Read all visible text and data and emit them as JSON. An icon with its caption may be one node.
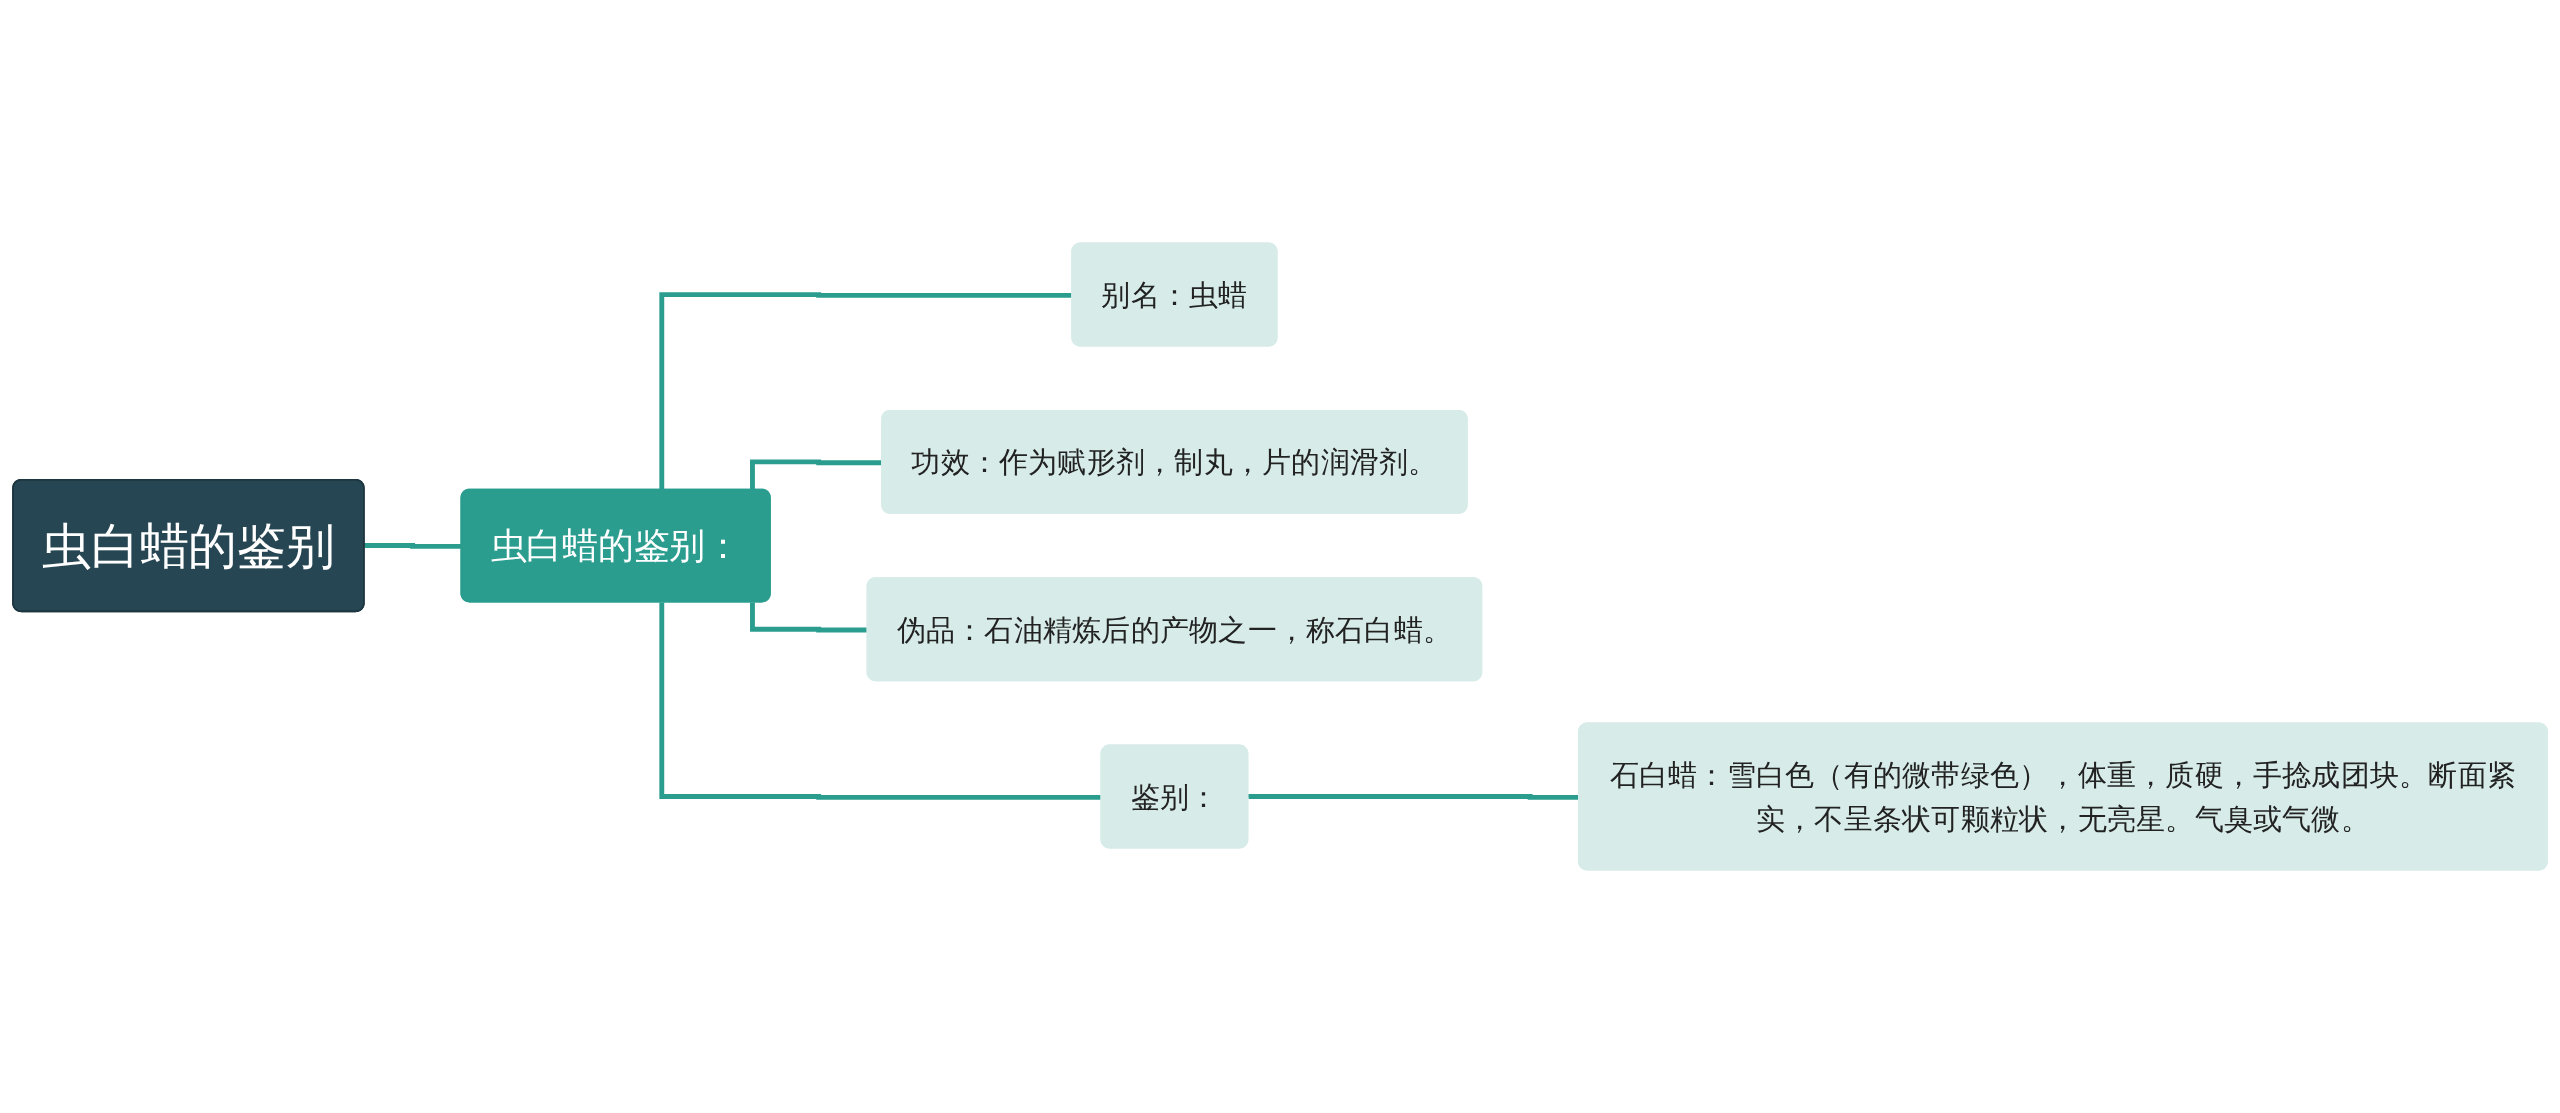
{
  "diagram": {
    "nodes": [
      {
        "text": [
          "虫白蜡的鉴别"
        ]
      },
      {
        "text": [
          "虫白蜡的鉴别："
        ]
      },
      {
        "text": [
          "别名：虫蜡"
        ]
      },
      {
        "text": [
          "功效：作为赋形剂，制丸，片的润滑剂。"
        ]
      },
      {
        "text": [
          "伪品：石油精炼后的产物之一，称石白蜡。"
        ]
      },
      {
        "text": [
          "鉴别："
        ]
      },
      {
        "text": [
          "石白蜡：雪白色（有的微带绿色），体重，质硬，手捻成团块。断面紧实，不呈条状可颗粒状，无亮星。气臭或气微。"
        ]
      }
    ],
    "edges": [
      {
        "from": 0,
        "to": 1,
        "arrow": "none"
      },
      {
        "from": 1,
        "to": 2,
        "arrow": "none"
      },
      {
        "from": 1,
        "to": 3,
        "arrow": "none"
      },
      {
        "from": 1,
        "to": 4,
        "arrow": "none"
      },
      {
        "from": 1,
        "to": 5,
        "arrow": "none"
      },
      {
        "from": 5,
        "to": 6,
        "arrow": "none"
      }
    ]
  }
}
